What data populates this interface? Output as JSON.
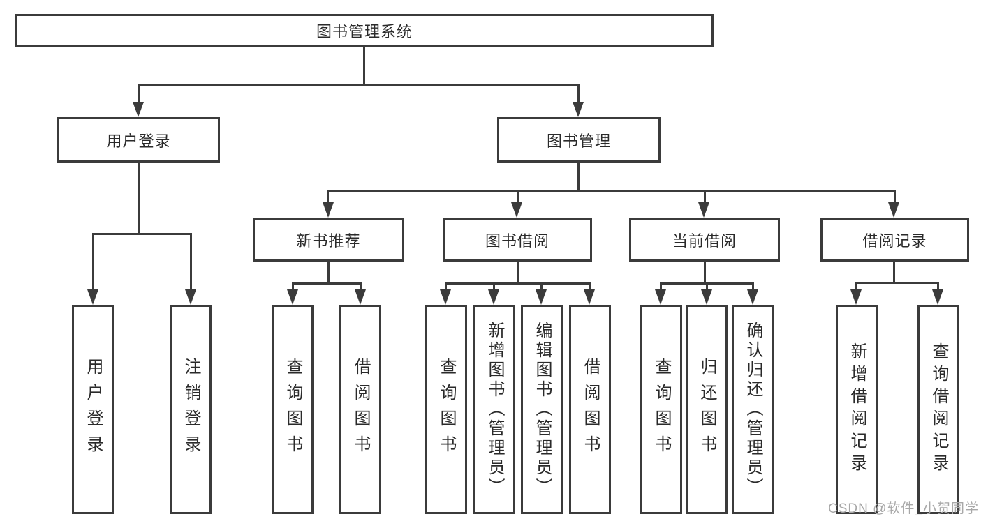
{
  "diagram": {
    "title": "图书管理系统",
    "root": {
      "label": "图书管理系统"
    },
    "level2": [
      {
        "id": "user-login",
        "label": "用户登录"
      },
      {
        "id": "book-management",
        "label": "图书管理"
      }
    ],
    "level3": [
      {
        "id": "new-book-recommend",
        "label": "新书推荐"
      },
      {
        "id": "book-borrow",
        "label": "图书借阅"
      },
      {
        "id": "current-borrow",
        "label": "当前借阅"
      },
      {
        "id": "borrow-records",
        "label": "借阅记录"
      }
    ],
    "leaves": [
      {
        "parent": "用户登录",
        "label": "用户登录"
      },
      {
        "parent": "用户登录",
        "label": "注销登录"
      },
      {
        "parent": "新书推荐",
        "label": "查询图书"
      },
      {
        "parent": "新书推荐",
        "label": "借阅图书"
      },
      {
        "parent": "图书借阅",
        "label": "查询图书"
      },
      {
        "parent": "图书借阅",
        "label": "新增图书（管理员）"
      },
      {
        "parent": "图书借阅",
        "label": "编辑图书（管理员）"
      },
      {
        "parent": "图书借阅",
        "label": "借阅图书"
      },
      {
        "parent": "当前借阅",
        "label": "查询图书"
      },
      {
        "parent": "当前借阅",
        "label": "归还图书"
      },
      {
        "parent": "当前借阅",
        "label": "确认归还（管理员）"
      },
      {
        "parent": "借阅记录",
        "label": "新增借阅记录"
      },
      {
        "parent": "借阅记录",
        "label": "查询借阅记录"
      }
    ]
  },
  "watermark": {
    "text": "CSDN @软件_小贺同学"
  },
  "colors": {
    "line": "#3b3b3b",
    "text": "#2a2a2a",
    "background": "#ffffff",
    "watermark": "#a8a8a8"
  }
}
